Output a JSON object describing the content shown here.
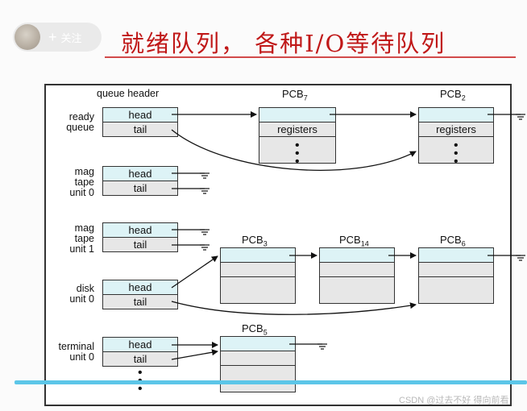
{
  "slide": {
    "title": "就绪队列， 各种I/O等待队列"
  },
  "toolbar": {
    "follow_label": "关注",
    "plus_icon": "plus-icon"
  },
  "diagram": {
    "queue_header_label": "queue header",
    "cells": {
      "head": "head",
      "tail": "tail",
      "registers": "registers"
    },
    "queues": [
      {
        "id": "ready",
        "lines": [
          "ready",
          "queue"
        ]
      },
      {
        "id": "mag0",
        "lines": [
          "mag",
          "tape",
          "unit 0"
        ]
      },
      {
        "id": "mag1",
        "lines": [
          "mag",
          "tape",
          "unit 1"
        ]
      },
      {
        "id": "disk",
        "lines": [
          "disk",
          "unit 0"
        ]
      },
      {
        "id": "term",
        "lines": [
          "terminal",
          "unit 0"
        ]
      }
    ],
    "pcbs": [
      {
        "id": "pcb7",
        "base": "PCB",
        "sub": "7"
      },
      {
        "id": "pcb2",
        "base": "PCB",
        "sub": "2"
      },
      {
        "id": "pcb3",
        "base": "PCB",
        "sub": "3"
      },
      {
        "id": "pcb14",
        "base": "PCB",
        "sub": "14"
      },
      {
        "id": "pcb6",
        "base": "PCB",
        "sub": "6"
      },
      {
        "id": "pcb5",
        "base": "PCB",
        "sub": "5"
      }
    ],
    "colors": {
      "header_cell": "#ddf3f6",
      "pcb_top": "#ddf3f6",
      "pcb_body": "#e7e7e7"
    }
  },
  "watermark": "CSDN @过去不好 得向前看"
}
